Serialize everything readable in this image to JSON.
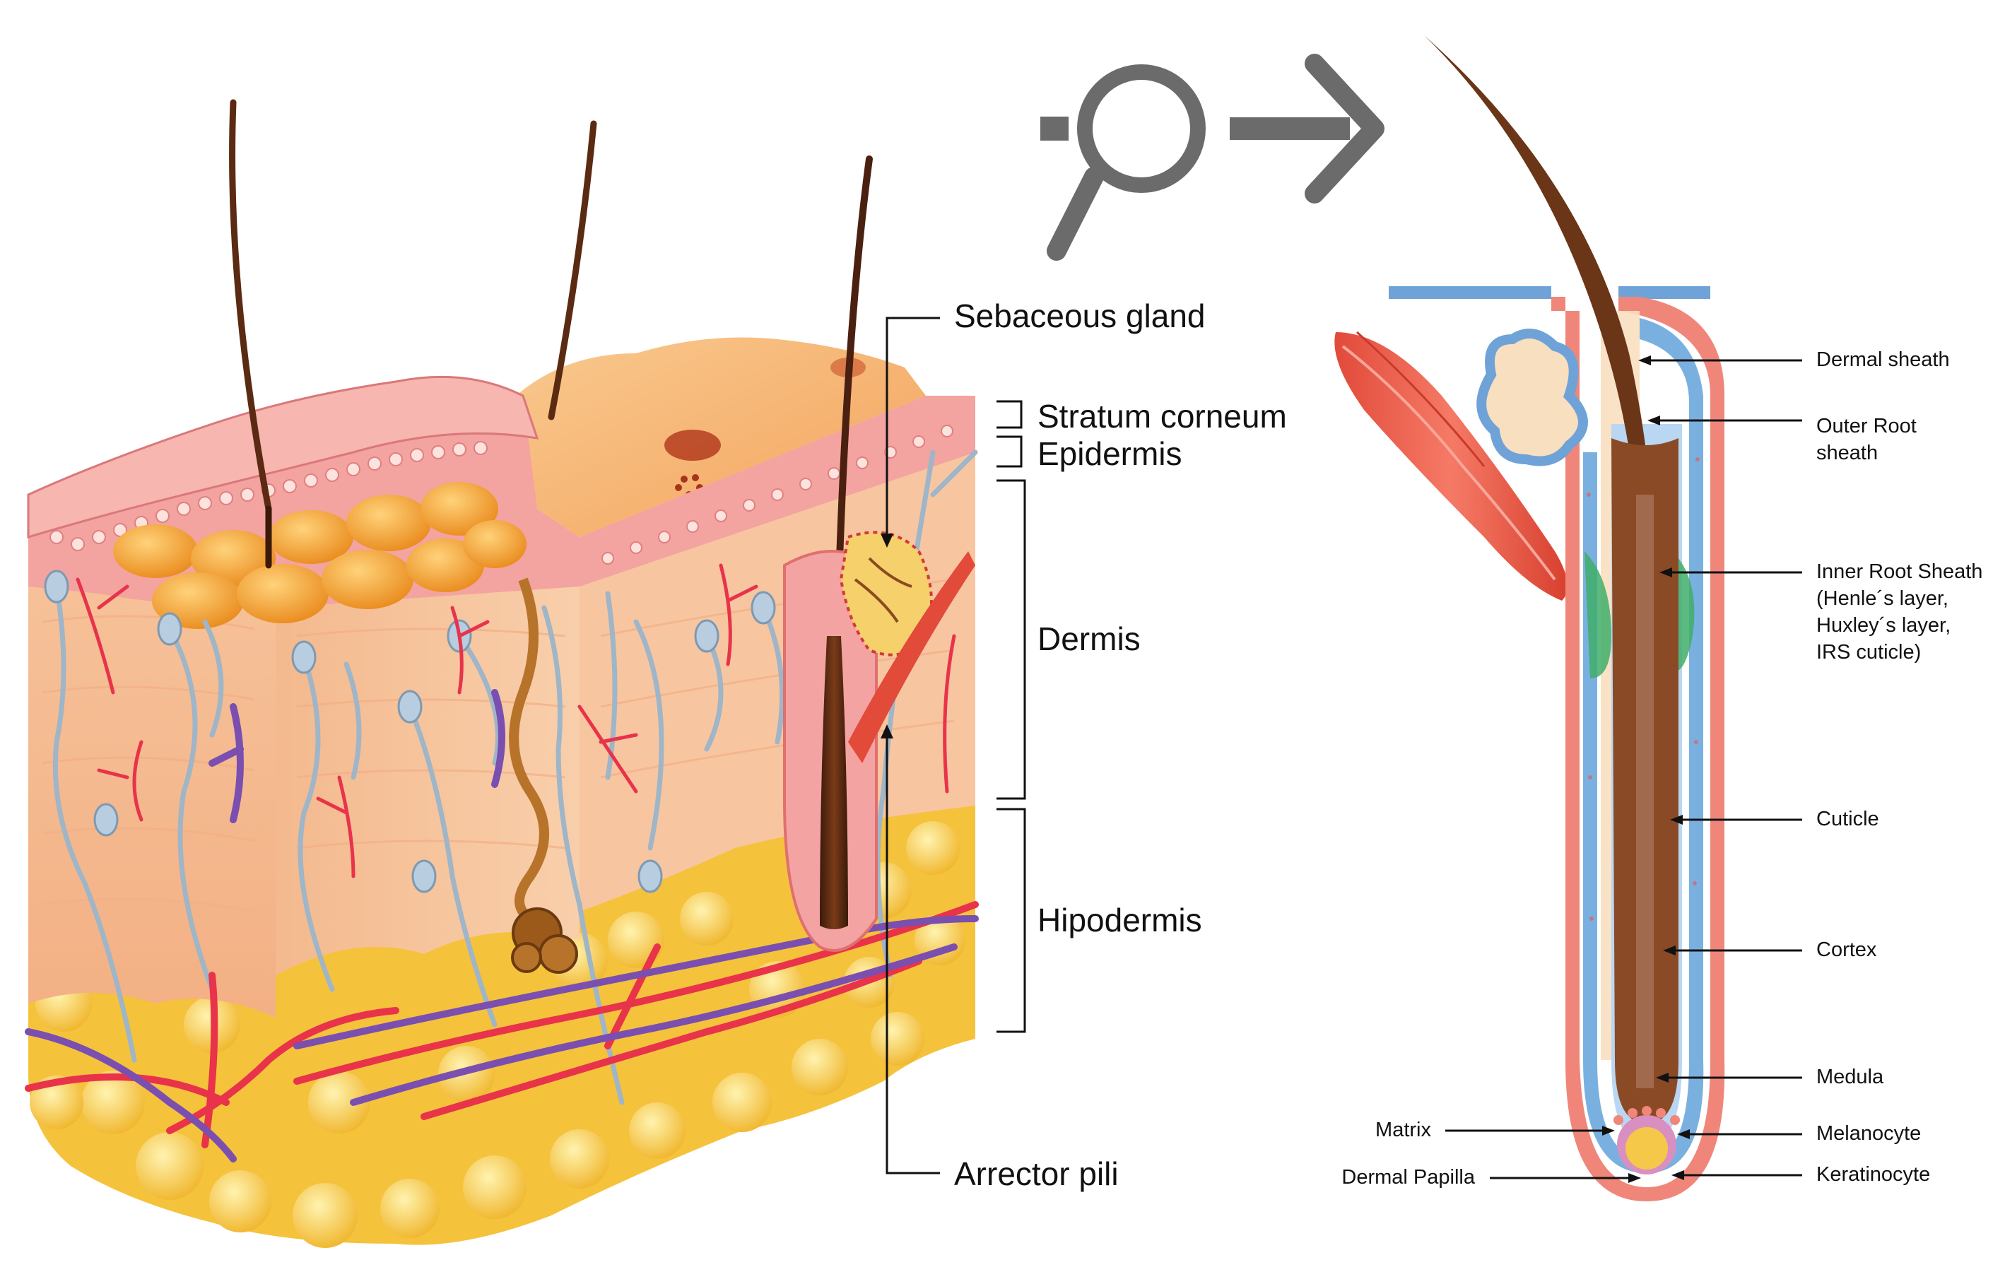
{
  "skin_labels": {
    "sebaceous_gland": "Sebaceous gland",
    "stratum_corneum": "Stratum corneum",
    "epidermis": "Epidermis",
    "dermis": "Dermis",
    "hipodermis": "Hipodermis",
    "arrector_pili": "Arrector pili"
  },
  "follicle_labels": {
    "dermal_sheath": "Dermal sheath",
    "outer_root_sheath": [
      "Outer Root",
      "sheath"
    ],
    "inner_root_sheath": [
      "Inner Root Sheath",
      "(Henle´s layer,",
      "Huxley´s layer,",
      "IRS cuticle)"
    ],
    "cuticle": "Cuticle",
    "cortex": "Cortex",
    "medula": "Medula",
    "melanocyte": "Melanocyte",
    "keratinocyte": "Keratinocyte",
    "matrix": "Matrix",
    "dermal_papilla": "Dermal Papilla"
  },
  "icons": {
    "magnifier": "magnifier-icon",
    "arrow": "arrow-right-icon"
  },
  "colors": {
    "skin_top": "#f6b26b",
    "dermis": "#f9c9a0",
    "fat": "#f7c842",
    "artery": "#e8334a",
    "vein": "#7a4fb0",
    "nerve": "#9fb5c8",
    "hair": "#5a2a12",
    "icon_gray": "#6b6b6b",
    "sheath_blue": "#6fa3d8",
    "sheath_pink": "#f0867a",
    "muscle": "#e85c4a"
  }
}
